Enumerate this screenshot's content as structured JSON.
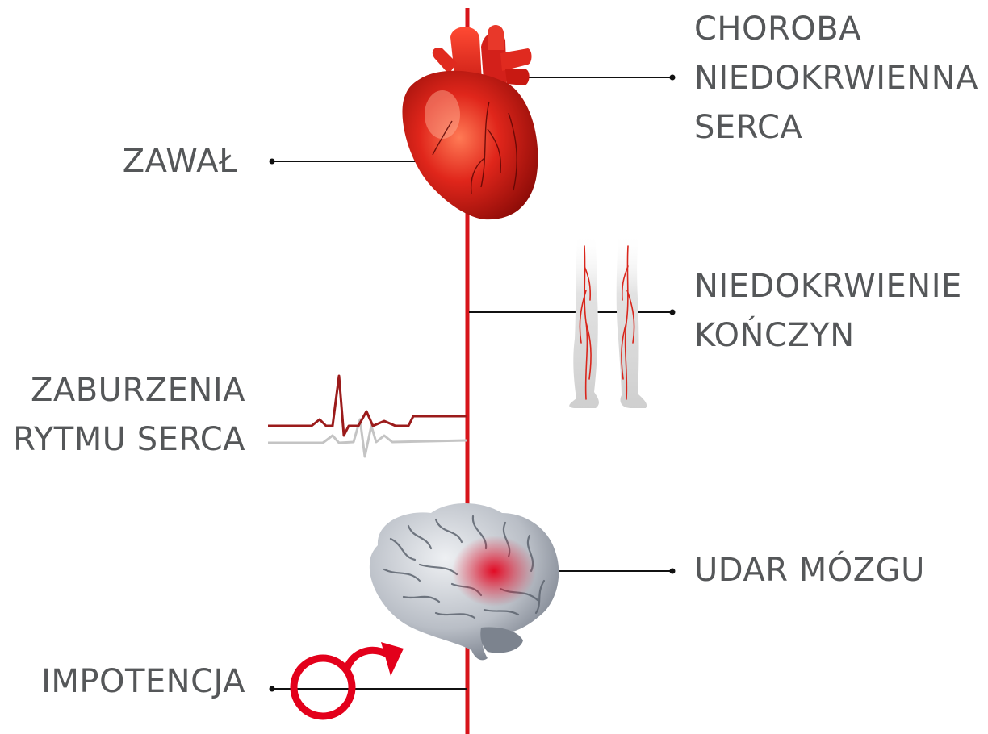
{
  "colors": {
    "axis": "#d7141a",
    "text": "#555759",
    "connector": "#111111",
    "heart": "#e0261b",
    "ecg_red": "#9b1b1b",
    "ecg_gray": "#c4c4c4",
    "brain": "#aeb4bd",
    "legs": "#d4d4d4"
  },
  "labels": {
    "choroba": [
      "CHOROBA",
      "NIEDOKRWIENNA",
      "SERCA"
    ],
    "zawal": [
      "ZAWAŁ"
    ],
    "niedokrwienie": [
      "NIEDOKRWIENIE",
      "KOŃCZYN"
    ],
    "zaburzenia": [
      "ZABURZENIA",
      "RYTMU SERCA"
    ],
    "udar": [
      "UDAR MÓZGU"
    ],
    "impotencja": [
      "IMPOTENCJA"
    ]
  },
  "icons": [
    "heart-illustration",
    "legs-illustration",
    "ecg-trace",
    "brain-illustration",
    "male-symbol-icon"
  ]
}
